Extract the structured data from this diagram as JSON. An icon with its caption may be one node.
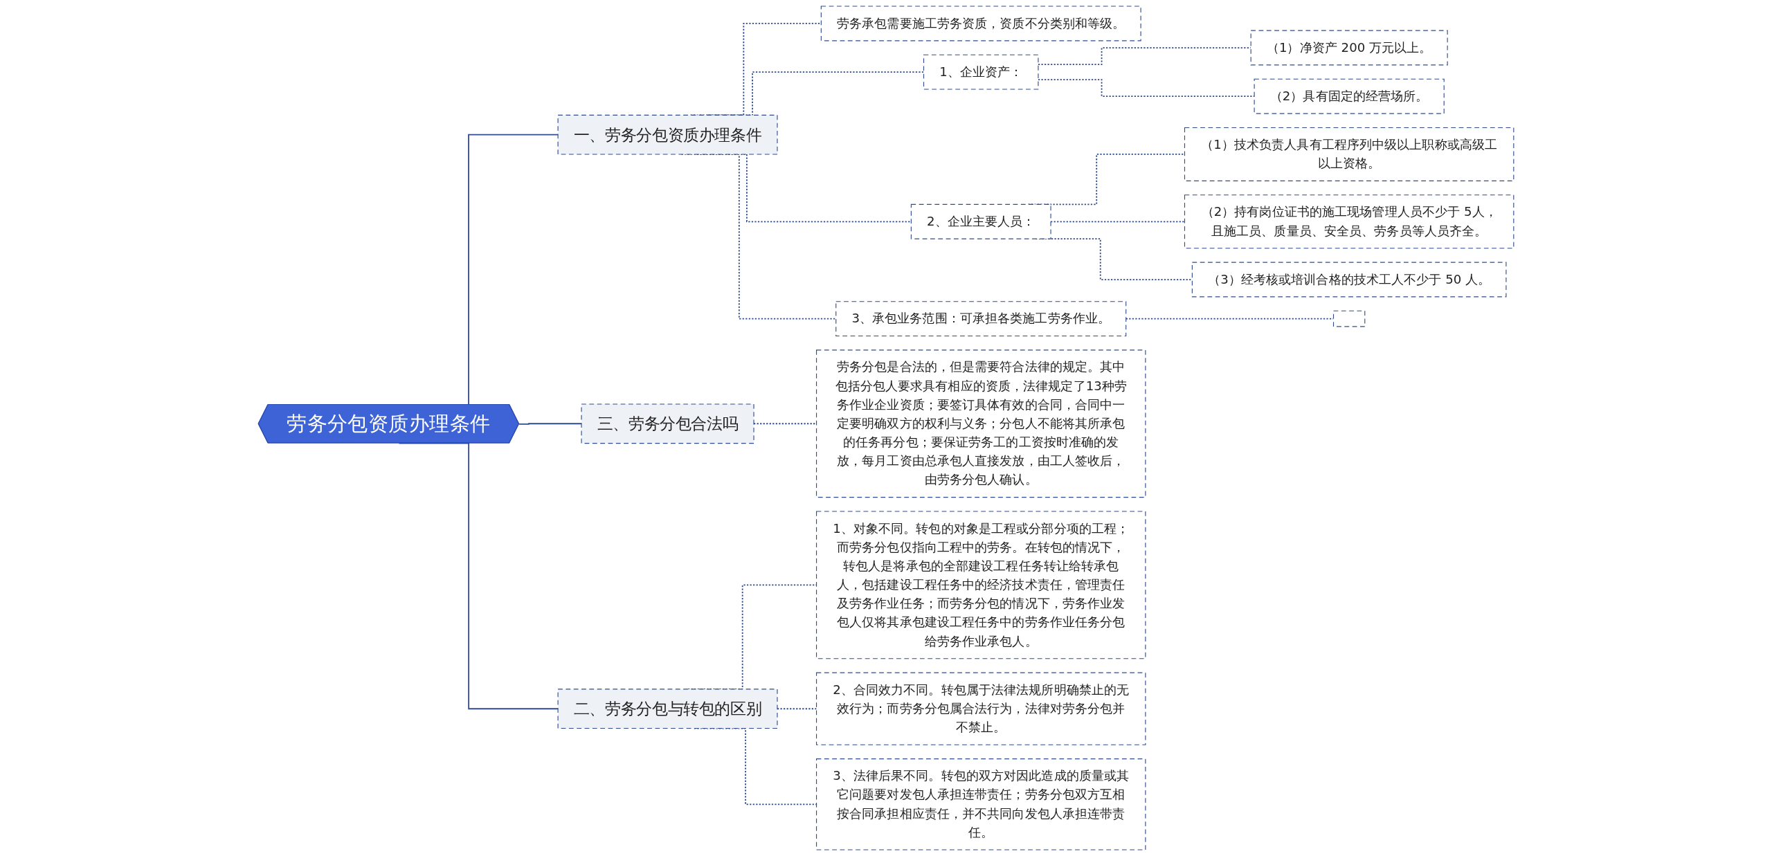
{
  "diagram": {
    "nodes": [
      {
        "text": [
          "劳务分包资质办理条件"
        ]
      },
      {
        "text": [
          "一、劳务分包资质办理条件"
        ]
      },
      {
        "text": [
          "劳务承包需要施工劳务资质，资质不分类别和等级。"
        ]
      },
      {
        "text": [
          "1、企业资产："
        ]
      },
      {
        "text": [
          "（1）净资产 200 万元以上。"
        ]
      },
      {
        "text": [
          "（2）具有固定的经营场所。"
        ]
      },
      {
        "text": [
          "2、企业主要人员："
        ]
      },
      {
        "text": [
          "（1）技术负责人具有工程序列中级以上职称或高级工以上资格。"
        ]
      },
      {
        "text": [
          "（2）持有岗位证书的施工现场管理人员不少于 5人，且施工员、质量员、安全员、劳务员等人员齐全。"
        ]
      },
      {
        "text": [
          "（3）经考核或培训合格的技术工人不少于 50 人。"
        ]
      },
      {
        "text": [
          "3、承包业务范围：可承担各类施工劳务作业。"
        ]
      },
      {
        "text": [],
        "shape": "box"
      },
      {
        "text": [
          "三、劳务分包合法吗"
        ]
      },
      {
        "text": [
          "劳务分包是合法的，但是需要符合法律的规定。其中包括分包人要求具有相应的资质，法律规定了13种劳务作业企业资质；要签订具体有效的合同，合同中一定要明确双方的权利与义务；分包人不能将其所承包的任务再分包；要保证劳务工的工资按时准确的发放，每月工资由总承包人直接发放，由工人签收后，由劳务分包人确认。"
        ]
      },
      {
        "text": [
          "二、劳务分包与转包的区别"
        ]
      },
      {
        "text": [
          "1、对象不同。转包的对象是工程或分部分项的工程；而劳务分包仅指向工程中的劳务。在转包的情况下，转包人是将承包的全部建设工程任务转让给转承包人，包括建设工程任务中的经济技术责任，管理责任及劳务作业任务；而劳务分包的情况下，劳务作业发包人仅将其承包建设工程任务中的劳务作业任务分包给劳务作业承包人。"
        ]
      },
      {
        "text": [
          "2、合同效力不同。转包属于法律法规所明确禁止的无效行为；而劳务分包属合法行为，法律对劳务分包并不禁止。"
        ]
      },
      {
        "text": [
          "3、法律后果不同。转包的双方对因此造成的质量或其它问题要对发包人承担连带责任；劳务分包双方互相按合同承担相应责任，并不共同向发包人承担连带责任。"
        ]
      }
    ],
    "edges": [
      {
        "from": 0,
        "to": 1,
        "arrow": "none"
      },
      {
        "from": 1,
        "to": 2,
        "arrow": "none",
        "style": "dashed"
      },
      {
        "from": 1,
        "to": 3,
        "arrow": "none",
        "style": "dashed"
      },
      {
        "from": 3,
        "to": 4,
        "arrow": "none",
        "style": "dashed"
      },
      {
        "from": 3,
        "to": 5,
        "arrow": "none",
        "style": "dashed"
      },
      {
        "from": 1,
        "to": 6,
        "arrow": "none",
        "style": "dashed"
      },
      {
        "from": 6,
        "to": 7,
        "arrow": "none",
        "style": "dashed"
      },
      {
        "from": 6,
        "to": 8,
        "arrow": "none",
        "style": "dashed"
      },
      {
        "from": 6,
        "to": 9,
        "arrow": "none",
        "style": "dashed"
      },
      {
        "from": 1,
        "to": 10,
        "arrow": "none",
        "style": "dashed"
      },
      {
        "from": 10,
        "to": 11,
        "arrow": "none",
        "style": "dashed"
      },
      {
        "from": 0,
        "to": 12,
        "arrow": "none"
      },
      {
        "from": 12,
        "to": 13,
        "arrow": "none",
        "style": "dashed"
      },
      {
        "from": 0,
        "to": 14,
        "arrow": "none"
      },
      {
        "from": 14,
        "to": 15,
        "arrow": "none",
        "style": "dashed"
      },
      {
        "from": 14,
        "to": 16,
        "arrow": "none",
        "style": "dashed"
      },
      {
        "from": 14,
        "to": 17,
        "arrow": "none",
        "style": "dashed"
      }
    ]
  }
}
